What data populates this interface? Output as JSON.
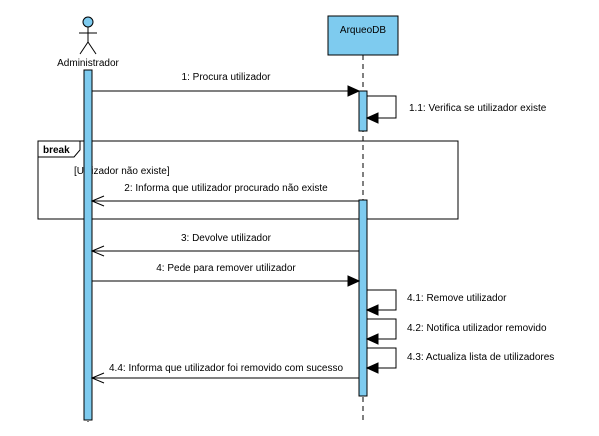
{
  "participants": {
    "actor": {
      "name": "Administrador"
    },
    "object": {
      "name": "ArqueoDB"
    }
  },
  "fragment": {
    "operator": "break",
    "guard": "[Utilizador não existe]"
  },
  "messages": [
    {
      "id": "m1",
      "label": "1: Procura utilizador",
      "kind": "call"
    },
    {
      "id": "m1_1",
      "label": "1.1: Verifica se utilizador existe",
      "kind": "self"
    },
    {
      "id": "m2",
      "label": "2: Informa que utilizador procurado não existe",
      "kind": "return"
    },
    {
      "id": "m3",
      "label": "3: Devolve utilizador",
      "kind": "return"
    },
    {
      "id": "m4",
      "label": "4: Pede para remover utilizador",
      "kind": "call"
    },
    {
      "id": "m4_1",
      "label": "4.1: Remove utilizador",
      "kind": "self"
    },
    {
      "id": "m4_2",
      "label": "4.2: Notifica utilizador removido",
      "kind": "self"
    },
    {
      "id": "m4_3",
      "label": "4.3: Actualiza lista de utilizadores",
      "kind": "self"
    },
    {
      "id": "m4_4",
      "label": "4.4: Informa que utilizador foi removido com sucesso",
      "kind": "return"
    }
  ],
  "colors": {
    "activation": "#7ecbef",
    "actor_head": "#7ecbef",
    "line": "#000000"
  }
}
